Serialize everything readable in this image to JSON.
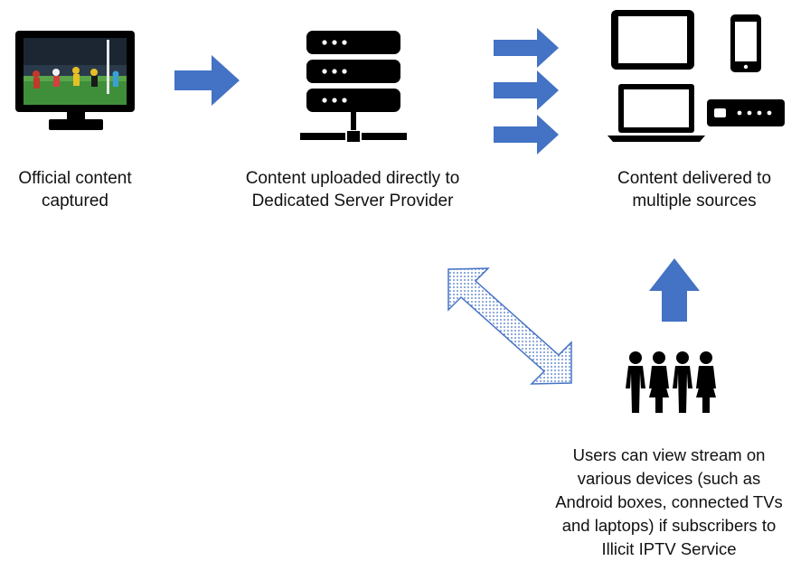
{
  "labels": {
    "captured": [
      "Official content",
      "captured"
    ],
    "server": [
      "Content uploaded directly to",
      "Dedicated Server Provider"
    ],
    "delivered": [
      "Content delivered to",
      "multiple sources"
    ],
    "users": [
      "Users can view stream on",
      "various devices (such as",
      "Android boxes, connected TVs",
      "and laptops) if subscribers to",
      "Illicit IPTV Service"
    ]
  },
  "icons": {
    "monitor": "monitor-icon",
    "server": "server-icon",
    "tablet": "tablet-icon",
    "phone": "phone-icon",
    "laptop": "laptop-icon",
    "settop_box": "set-top-box-icon",
    "people": "people-icon"
  },
  "colors": {
    "arrow_blue": "#4472c4",
    "icon_black": "#000000",
    "pitch_green": "#3f8f3a",
    "dotted_arrow_fill": "#dbe6f4"
  }
}
